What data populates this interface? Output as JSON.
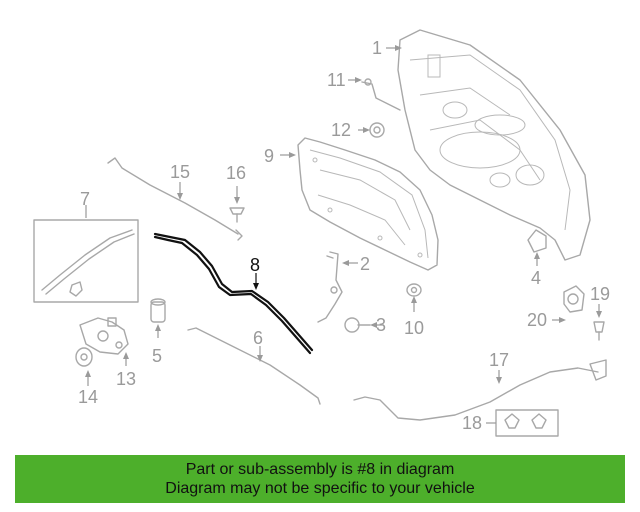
{
  "callouts": {
    "c1": "1",
    "c2": "2",
    "c3": "3",
    "c4": "4",
    "c5": "5",
    "c6": "6",
    "c7": "7",
    "c8": "8",
    "c9": "9",
    "c10": "10",
    "c11": "11",
    "c12": "12",
    "c13": "13",
    "c14": "14",
    "c15": "15",
    "c16": "16",
    "c17": "17",
    "c18": "18",
    "c19": "19",
    "c20": "20"
  },
  "highlighted_part": "8",
  "banner": {
    "line1": "Part or sub-assembly is #8 in diagram",
    "line2": "Diagram may not be specific to your vehicle",
    "color": "#4daf2b"
  },
  "colors": {
    "highlight": "#111111",
    "parts": "#a8a8a8",
    "labels": "#9a9a9a"
  }
}
